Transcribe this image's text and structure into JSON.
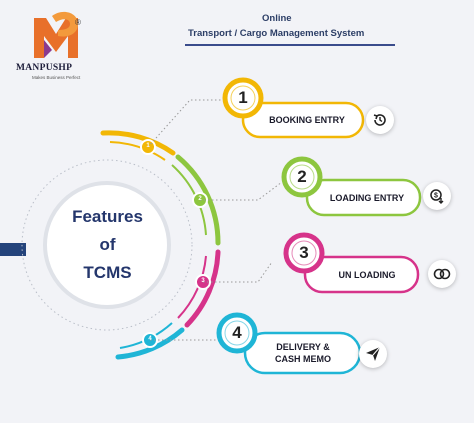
{
  "logo": {
    "name": "MANPUSHP",
    "tagline": "Makes Business Perfect",
    "registered": "®"
  },
  "header": {
    "line1": "Online",
    "line2": "Transport / Cargo Management System"
  },
  "center": {
    "line1": "Features",
    "line2": "of",
    "line3": "TCMS"
  },
  "features": [
    {
      "number": "1",
      "label": "BOOKING ENTRY",
      "color": "#f2b705",
      "icon": "history-icon"
    },
    {
      "number": "2",
      "label": "LOADING ENTRY",
      "color": "#8dc63f",
      "icon": "money-download-icon"
    },
    {
      "number": "3",
      "label": "UN LOADING",
      "color": "#d6338a",
      "icon": "exchange-icon"
    },
    {
      "number": "4",
      "label_line1": "DELIVERY &",
      "label_line2": "CASH MEMO",
      "color": "#1fb5d6",
      "icon": "send-icon"
    }
  ],
  "arc_markers": [
    "1",
    "2",
    "3",
    "4"
  ]
}
